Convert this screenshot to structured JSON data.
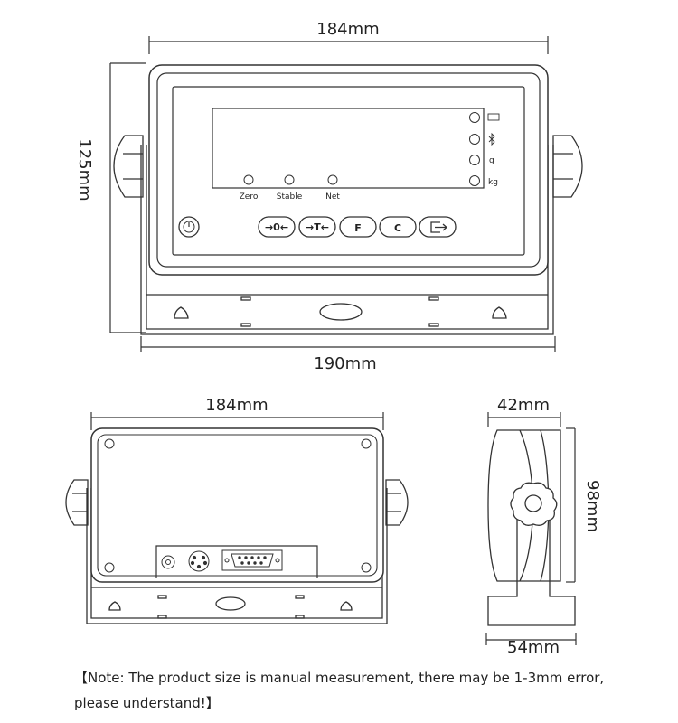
{
  "front_view": {
    "width_top": "184mm",
    "height": "125mm",
    "width_bottom": "190mm",
    "indicators": {
      "zero": "Zero",
      "stable": "Stable",
      "net": "Net"
    },
    "unit_labels": {
      "gram": "g",
      "kilogram": "kg"
    },
    "keys": {
      "zero_key": "→0←",
      "tare_key": "→T←",
      "f_key": "F",
      "c_key": "C"
    }
  },
  "back_view": {
    "width": "184mm"
  },
  "side_view": {
    "depth_top": "42mm",
    "height": "98mm",
    "base_depth": "54mm"
  },
  "note": {
    "line1": "【Note: The product size is manual measurement, there may be 1-3mm error,",
    "line2": "please understand!】"
  }
}
